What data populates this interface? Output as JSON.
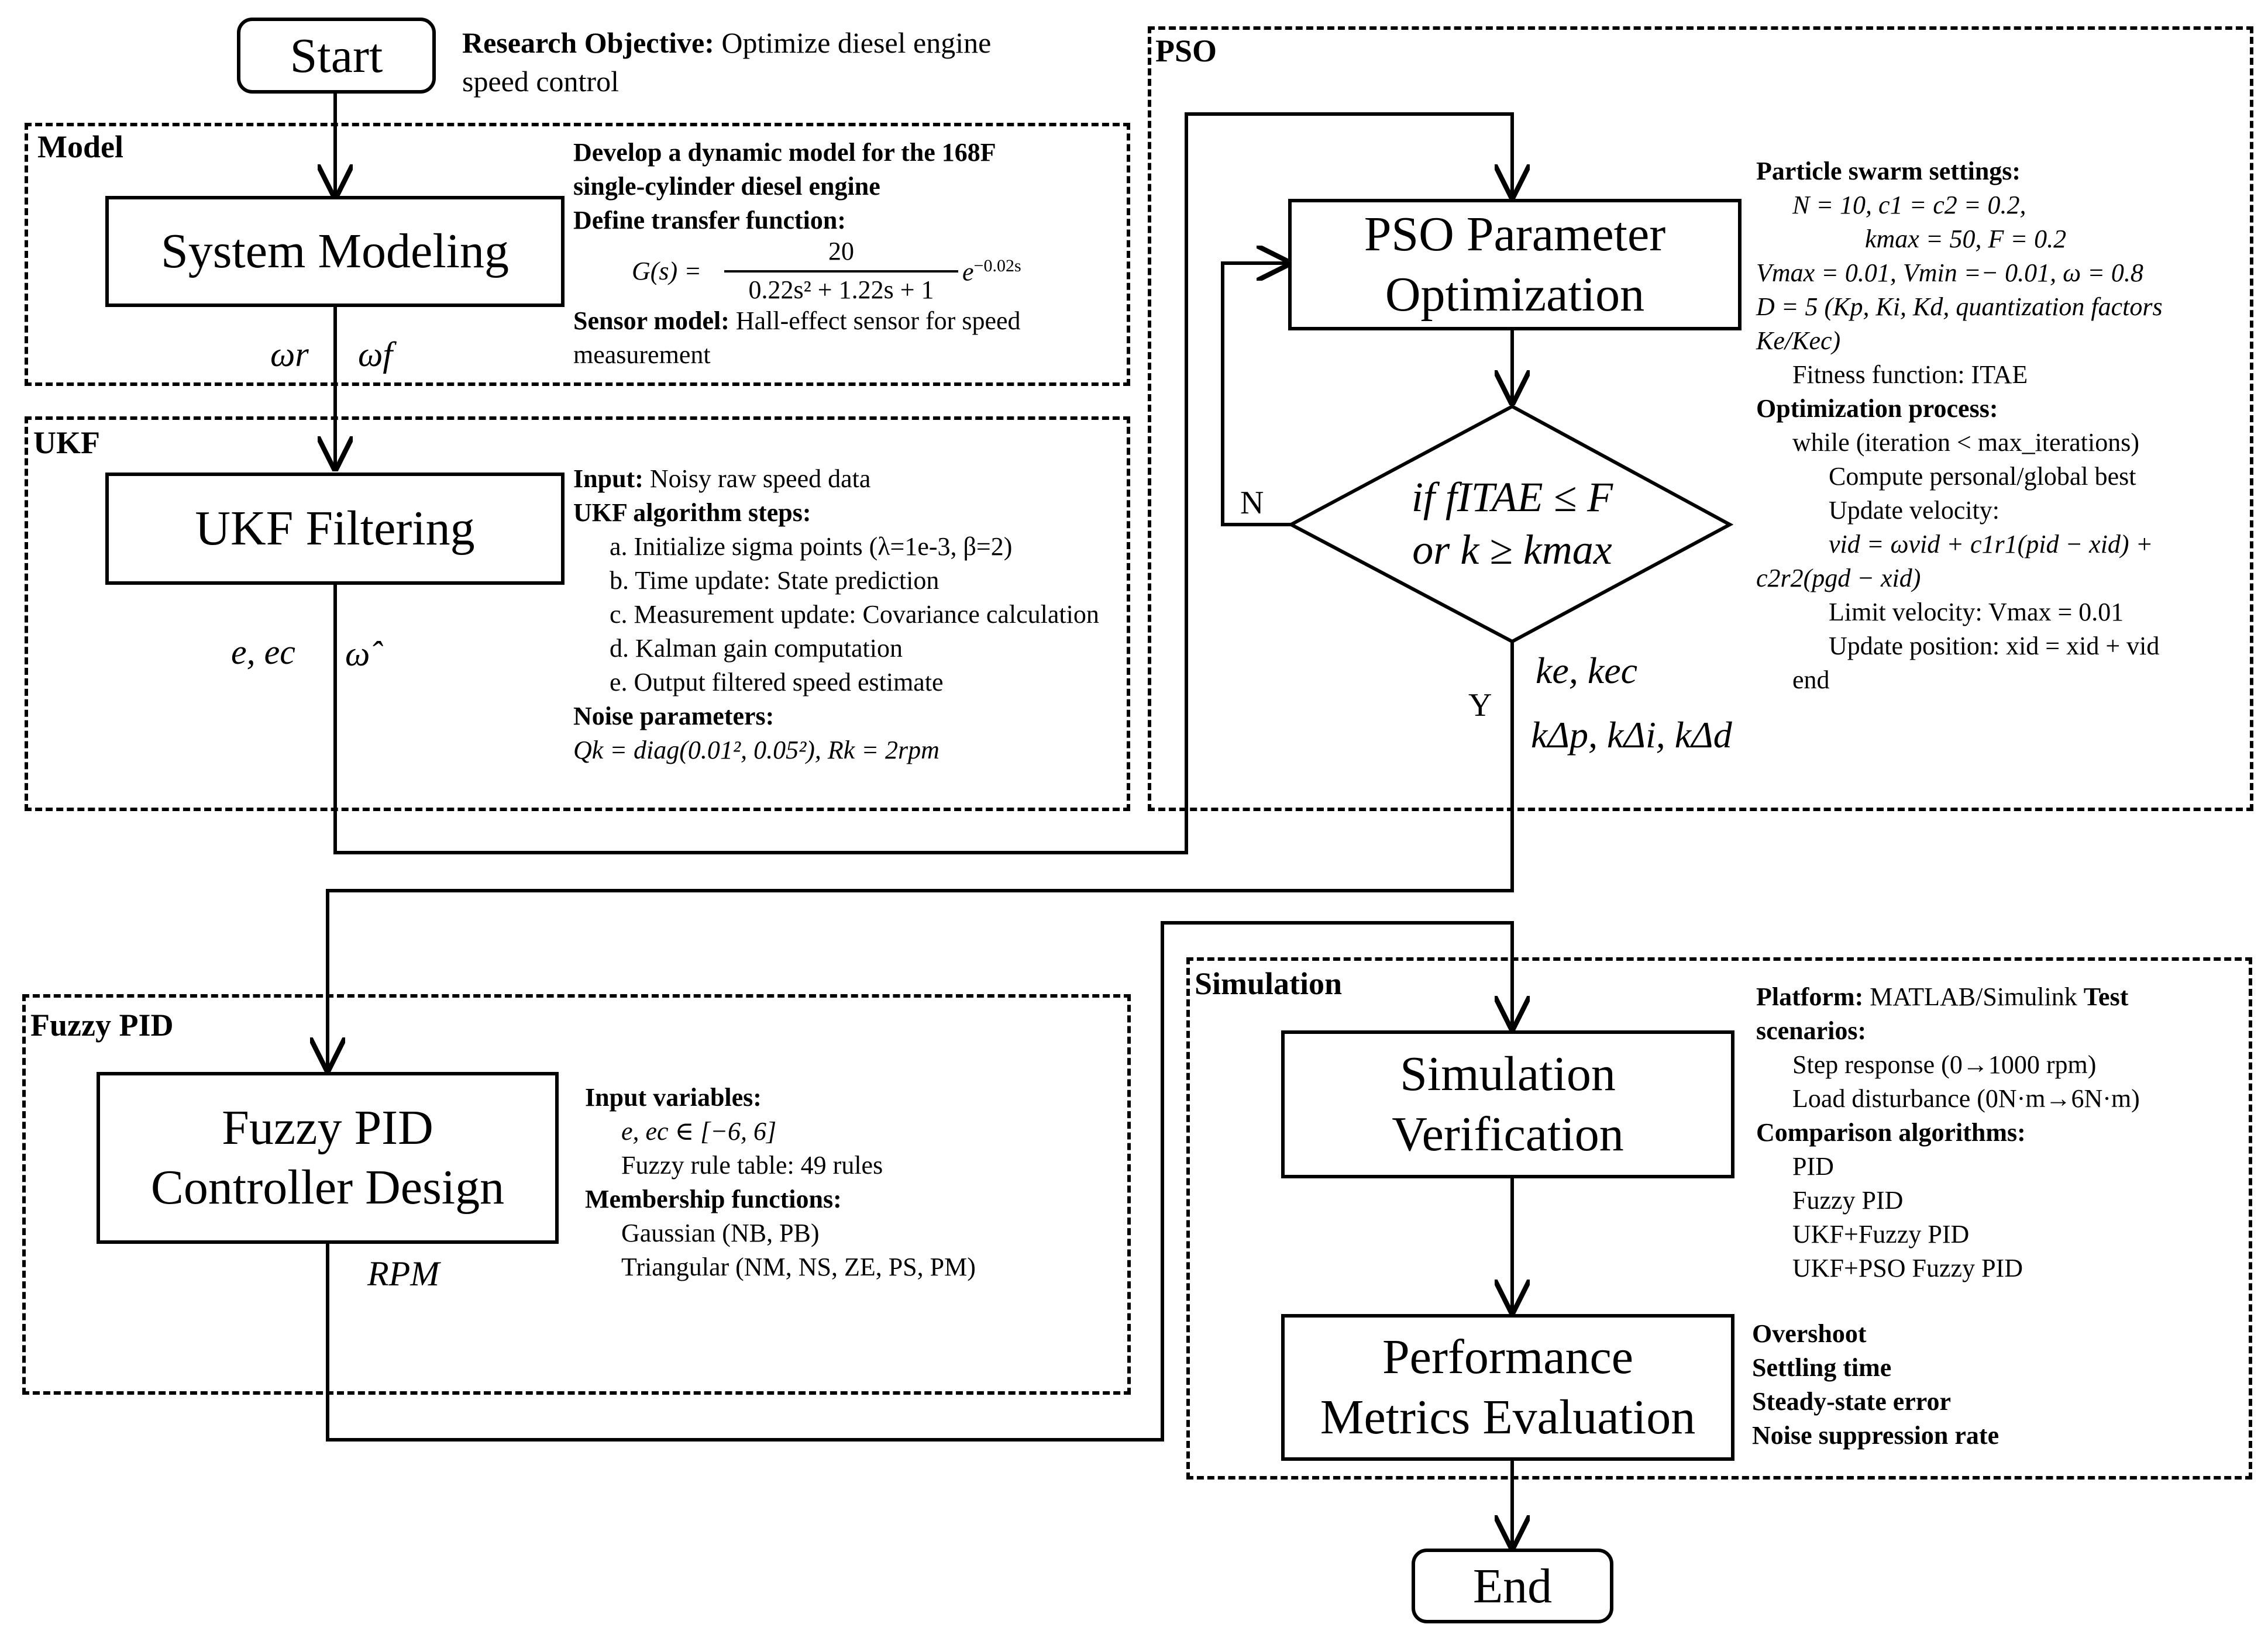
{
  "start": {
    "label": "Start"
  },
  "end": {
    "label": "End"
  },
  "objective": {
    "label": "Research Objective:",
    "line1": " Optimize diesel engine",
    "line2": "speed control"
  },
  "model": {
    "title": "Model",
    "box_label": "System Modeling",
    "notes": {
      "line1": "Develop a dynamic model for the 168F",
      "line2": "single-cylinder diesel engine",
      "line3": "Define transfer function:",
      "tf_lhs": "G(s) =",
      "tf_num": "20",
      "tf_den": "0.22s² + 1.22s + 1",
      "tf_exp": "e",
      "tf_exp_power": "−0.02s",
      "sensor_label": "Sensor model:",
      "sensor_text": " Hall-effect sensor for speed",
      "sensor_text2": "measurement"
    },
    "signal_left": "ωr",
    "signal_right": "ωf"
  },
  "ukf": {
    "title": "UKF",
    "box_label": "UKF Filtering",
    "notes": {
      "input_label": "Input:",
      "input_text": " Noisy raw speed data",
      "steps_label": "UKF algorithm steps:",
      "steps": [
        "a. Initialize sigma points (λ=1e-3, β=2)",
        "b. Time update: State prediction",
        "c. Measurement update: Covariance calculation",
        "d. Kalman gain computation",
        "e. Output filtered speed estimate"
      ],
      "noise_label": "Noise parameters:",
      "noise_text": "Qk = diag(0.01², 0.05²), Rk = 2rpm"
    },
    "signal_left": "e, ec",
    "signal_right": "ω̂"
  },
  "pso": {
    "title": "PSO",
    "box_line1": "PSO Parameter",
    "box_line2": "Optimization",
    "decision_line1": "if fITAE ≤ F",
    "decision_line2": "or k ≥ kmax",
    "no_label": "N",
    "yes_label": "Y",
    "out1": "ke, kec",
    "out2": "kΔp, kΔi, kΔd",
    "notes": {
      "settings_label": "Particle swarm settings:",
      "s1": "N = 10, c1 = c2 = 0.2,",
      "s2": "kmax = 50, F = 0.2",
      "s3": "Vmax = 0.01, Vmin =− 0.01, ω = 0.8",
      "s4": "D = 5 (Kp, Ki, Kd, quantization factors",
      "s5": "Ke/Kec)",
      "s6": "Fitness function: ITAE",
      "process_label": "Optimization process:",
      "p1": "while (iteration < max_iterations)",
      "p2": "Compute personal/global best",
      "p3": "Update velocity:",
      "p4": "vid = ωvid + c1r1(pid − xid) +",
      "p5": "c2r2(pgd − xid)",
      "p6": "Limit velocity: Vmax = 0.01",
      "p7": "Update position: xid = xid + vid",
      "p8": "end"
    }
  },
  "fuzzy": {
    "title": "Fuzzy PID",
    "box_line1": "Fuzzy PID",
    "box_line2": "Controller Design",
    "signal": "RPM",
    "notes": {
      "input_label": "Input variables:",
      "i1": "e, ec ∈ [−6, 6]",
      "i2": "Fuzzy rule table: 49 rules",
      "membership_label": "Membership functions:",
      "m1": "Gaussian (NB, PB)",
      "m2": "Triangular (NM, NS, ZE, PS, PM)"
    }
  },
  "simulation": {
    "title": "Simulation",
    "box1_line1": "Simulation",
    "box1_line2": "Verification",
    "box2_line1": "Performance",
    "box2_line2": "Metrics Evaluation",
    "notes": {
      "platform_label": "Platform:",
      "platform_text": " MATLAB/Simulink ",
      "test_label": "Test",
      "scenarios_label": "scenarios:",
      "sc1": "Step response (0→1000 rpm)",
      "sc2": "Load disturbance (0N·m→6N·m)",
      "comparison_label": "Comparison algorithms:",
      "algorithms": [
        "PID",
        "Fuzzy PID",
        "UKF+Fuzzy PID",
        "UKF+PSO Fuzzy PID"
      ]
    },
    "metrics": [
      "Overshoot",
      "Settling time",
      "Steady-state error",
      "Noise suppression rate"
    ]
  }
}
